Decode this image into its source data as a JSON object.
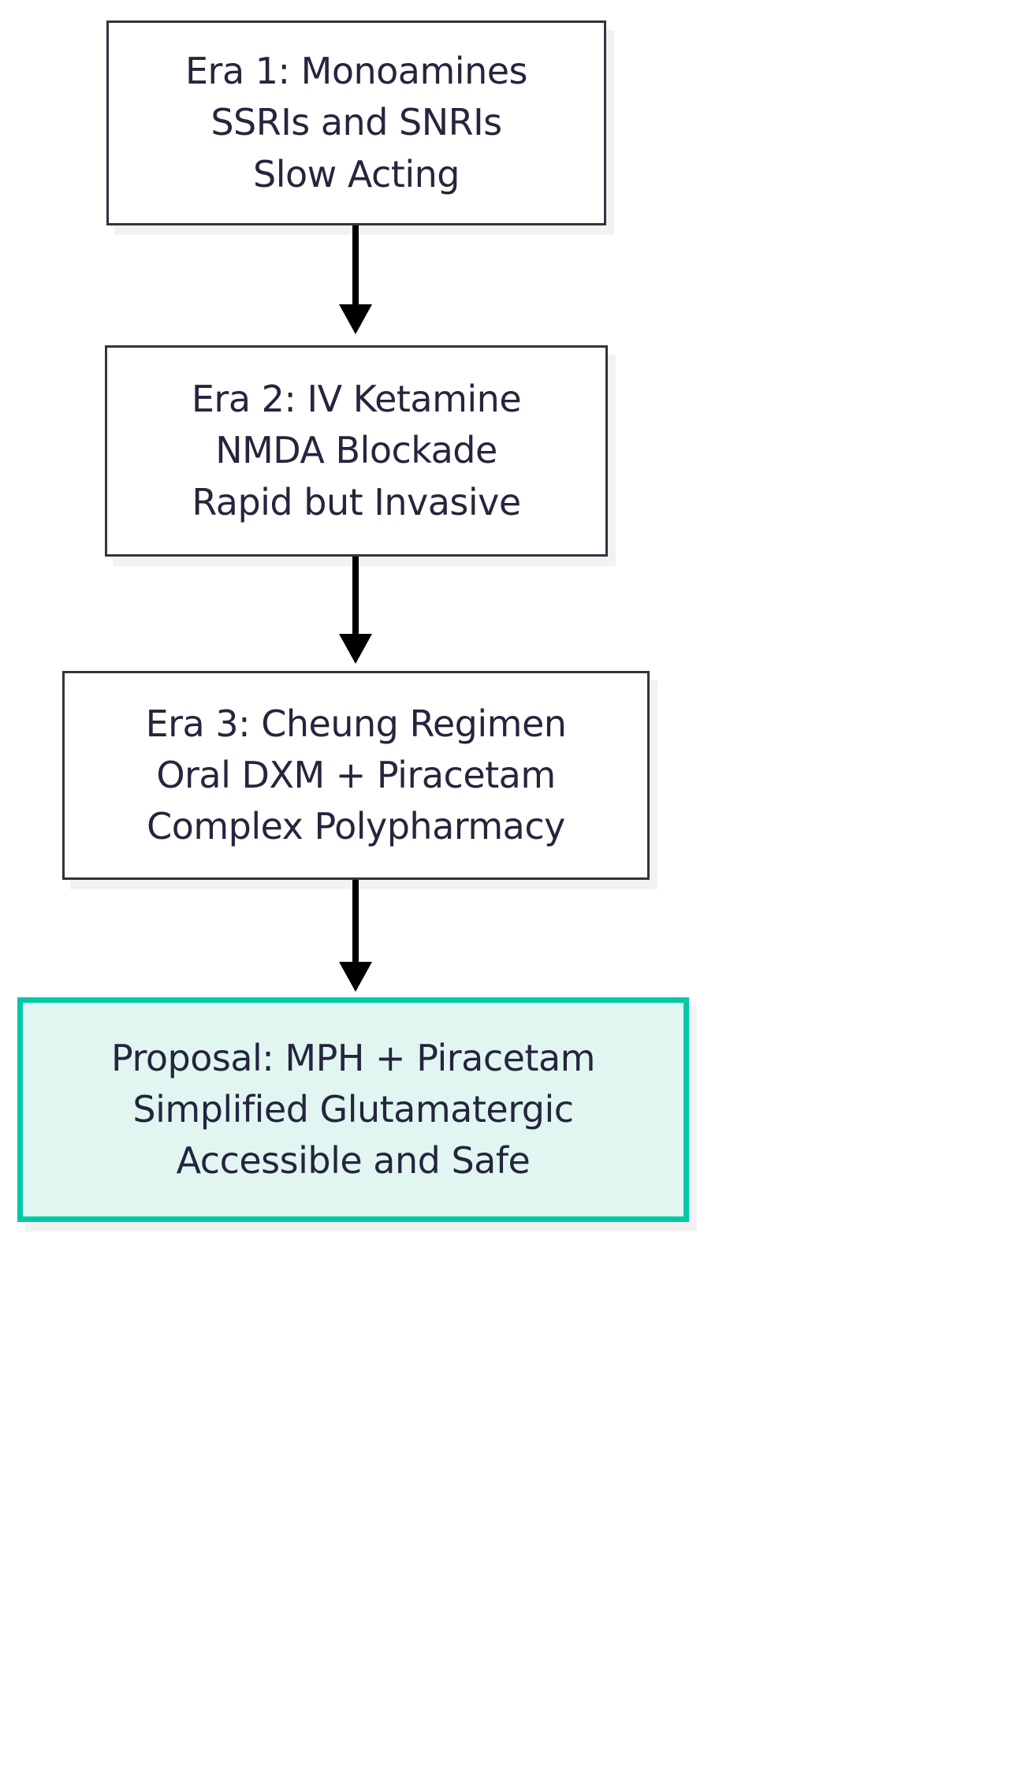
{
  "diagram": {
    "type": "flowchart",
    "orientation": "top-to-bottom",
    "colors": {
      "node_border": "#333340",
      "node_fill": "#ffffff",
      "node_shadow": "#f2f2f2",
      "text": "#25253e",
      "highlight_border": "#00c9a7",
      "highlight_fill": "#e1f6f1",
      "arrow": "#000000",
      "background": "#ffffff"
    },
    "nodes": [
      {
        "id": "era1",
        "highlighted": false,
        "lines": [
          "Era 1: Monoamines",
          "SSRIs and SNRIs",
          "Slow Acting"
        ]
      },
      {
        "id": "era2",
        "highlighted": false,
        "lines": [
          "Era 2: IV Ketamine",
          "NMDA Blockade",
          "Rapid but Invasive"
        ]
      },
      {
        "id": "era3",
        "highlighted": false,
        "lines": [
          "Era 3: Cheung Regimen",
          "Oral DXM + Piracetam",
          "Complex Polypharmacy"
        ]
      },
      {
        "id": "proposal",
        "highlighted": true,
        "lines": [
          "Proposal: MPH + Piracetam",
          "Simplified Glutamatergic",
          "Accessible and Safe"
        ]
      }
    ],
    "edges": [
      {
        "id": "edge-1",
        "from": "era1",
        "to": "era2",
        "label": ""
      },
      {
        "id": "edge-2",
        "from": "era2",
        "to": "era3",
        "label": ""
      },
      {
        "id": "edge-3",
        "from": "era3",
        "to": "proposal",
        "label": ""
      }
    ]
  }
}
